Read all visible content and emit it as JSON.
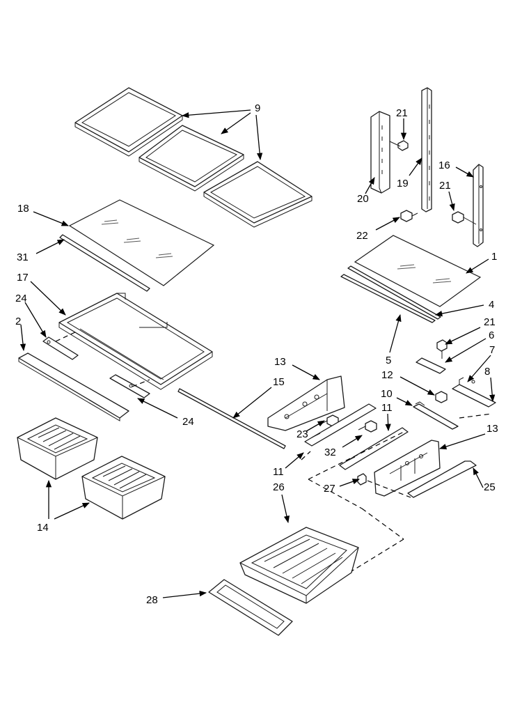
{
  "callouts": {
    "c9": "9",
    "c21a": "21",
    "c19": "19",
    "c20": "20",
    "c22": "22",
    "c16": "16",
    "c21b": "21",
    "c18": "18",
    "c31": "31",
    "c1": "1",
    "c17": "17",
    "c4": "4",
    "c24a": "24",
    "c21c": "21",
    "c2": "2",
    "c6": "6",
    "c5": "5",
    "c7": "7",
    "c13a": "13",
    "c12": "12",
    "c8": "8",
    "c15": "15",
    "c10": "10",
    "c11a": "11",
    "c24b": "24",
    "c13b": "13",
    "c23": "23",
    "c32": "32",
    "c11b": "11",
    "c14": "14",
    "c26": "26",
    "c27": "27",
    "c25": "25",
    "c28": "28"
  }
}
